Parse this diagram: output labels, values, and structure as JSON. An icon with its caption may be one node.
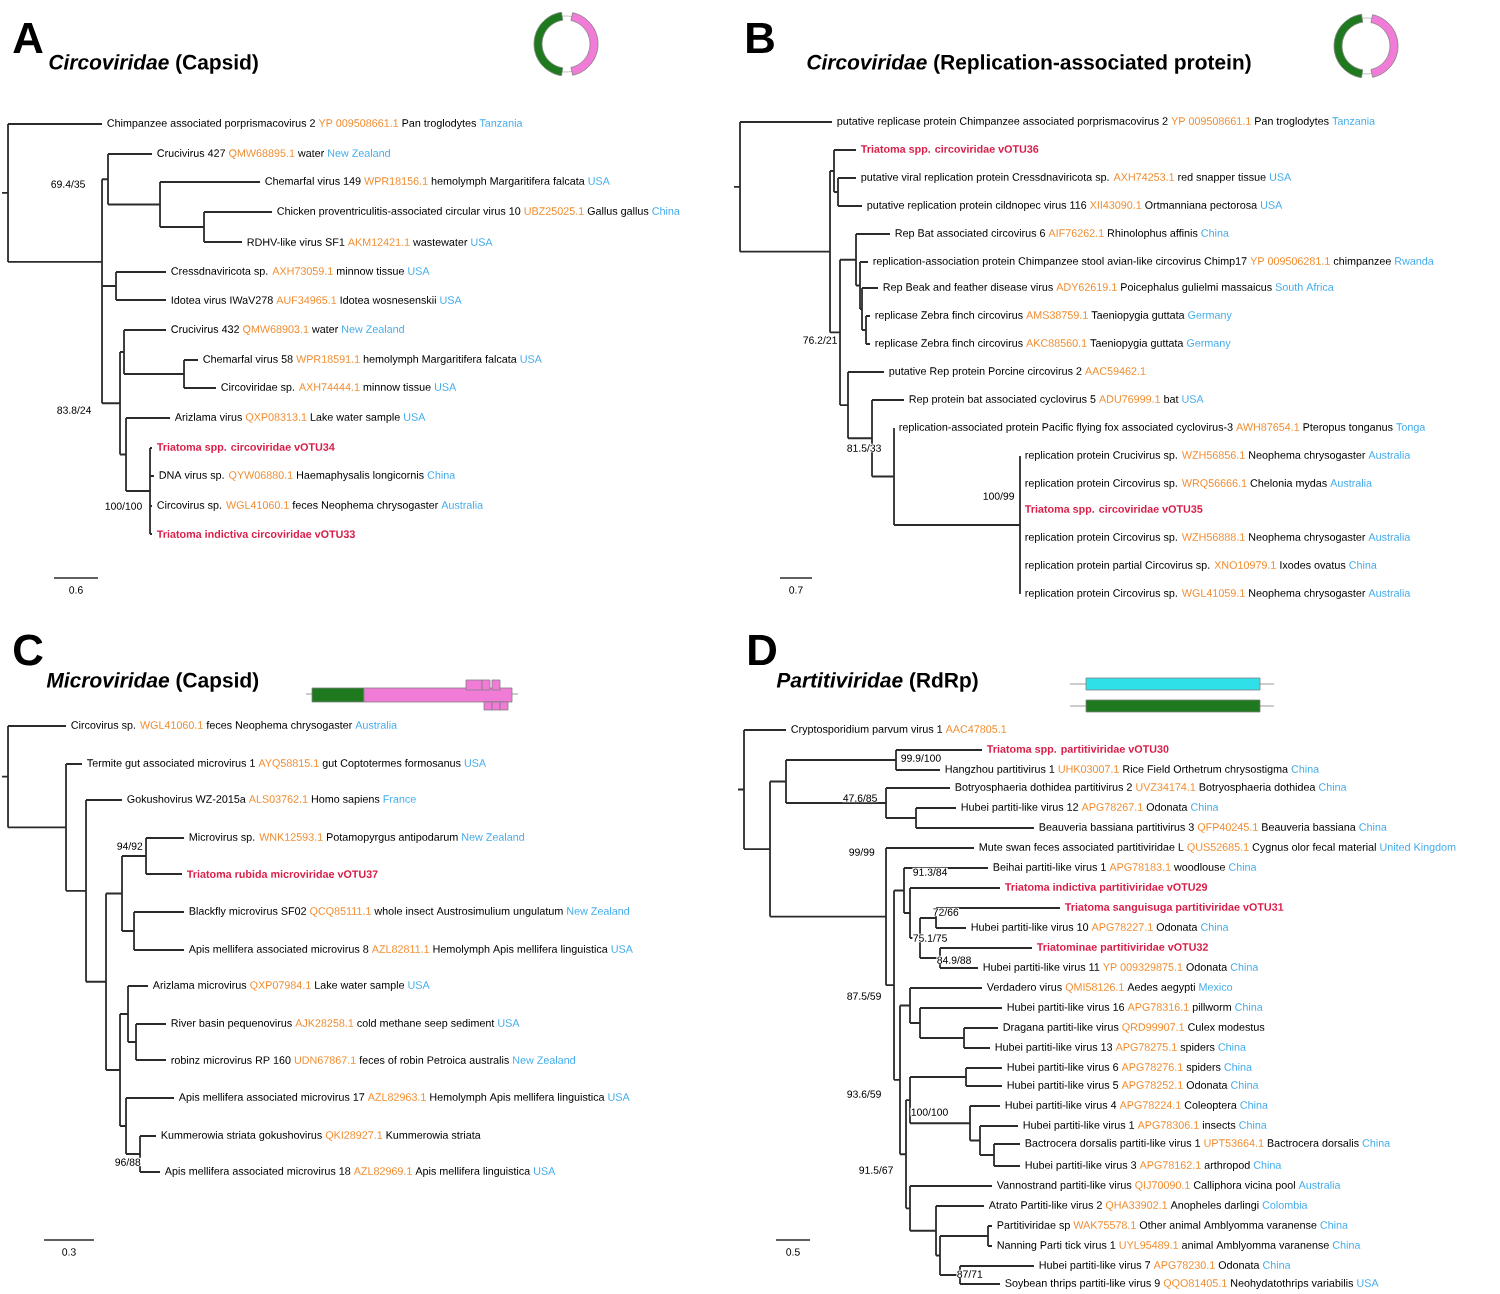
{
  "diagram": {
    "labels": [
      "A",
      "*Circoviridae* (Capsid)",
      "Chimpanzee associated porprismacovirus 2",
      "YP 009508661.1",
      "Pan troglodytes",
      "Tanzania",
      "Crucivirus 427",
      "QMW68895.1",
      "water",
      "New Zealand",
      "Chemarfal virus 149",
      "WPR18156.1",
      "hemolymph Margaritifera falcata",
      "USA",
      "Chicken proventriculitis-associated circular virus 10",
      "UBZ25025.1",
      "Gallus gallus",
      "China",
      "RDHV-like virus SF1",
      "AKM12421.1",
      "wastewater",
      "USA",
      "Cressdnaviricota sp.",
      "AXH73059.1",
      "minnow tissue",
      "USA",
      "Idotea virus IWaV278",
      "AUF34965.1",
      "Idotea wosnesenskii",
      "USA",
      "Crucivirus 432",
      "QMW68903.1",
      "water",
      "New Zealand",
      "Chemarfal virus 58",
      "WPR18591.1",
      "hemolymph Margaritifera falcata",
      "USA",
      "Circoviridae sp.",
      "AXH74444.1",
      "minnow tissue",
      "USA",
      "Arizlama virus",
      "QXP08313.1",
      "Lake water sample",
      "USA",
      "Triatoma spp. circoviridae vOTU34",
      "DNA virus sp.",
      "QYW06880.1",
      "Haemaphysalis longicornis",
      "China",
      "Circovirus sp.",
      "WGL41060.1",
      "feces Neophema chrysogaster",
      "Australia",
      "Triatoma indictiva circoviridae vOTU33",
      "69.4/35",
      "83.8/24",
      "100/100",
      "0.6",
      "B",
      "*Circoviridae* (Replication-associated protein)",
      "putative replicase protein Chimpanzee associated porprismacovirus 2",
      "YP 009508661.1",
      "Pan troglodytes",
      "Tanzania",
      "Triatoma spp. circoviridae vOTU36",
      "putative viral replication protein Cressdnaviricota sp.",
      "AXH74253.1",
      "red snapper tissue",
      "USA",
      "putative replication protein cildnopec virus 116",
      "XII43090.1",
      "Ortmanniana pectorosa",
      "USA",
      "Rep Bat associated circovirus 6",
      "AIF76262.1",
      "Rhinolophus affinis",
      "China",
      "replication-association protein Chimpanzee stool avian-like circovirus Chimp17",
      "YP 009506281.1",
      "chimpanzee",
      "Rwanda",
      "Rep Beak and feather disease virus",
      "ADY62619.1",
      "Poicephalus gulielmi massaicus",
      "South Africa",
      "replicase Zebra finch circovirus",
      "AMS38759.1",
      "Taeniopygia guttata",
      "Germany",
      "replicase Zebra finch circovirus",
      "AKC88560.1",
      "Taeniopygia guttata",
      "Germany",
      "putative Rep protein Porcine circovirus 2",
      "AAC59462.1",
      "Rep protein bat associated cyclovirus 5",
      "ADU76999.1",
      "bat",
      "USA",
      "replication-associated protein Pacific flying fox associated cyclovirus-3",
      "AWH87654.1",
      "Pteropus tonganus",
      "Tonga",
      "replication protein Crucivirus sp.",
      "WZH56856.1",
      "Neophema chrysogaster",
      "Australia",
      "replication protein Circovirus sp.",
      "WRQ56666.1",
      "Chelonia mydas",
      "Australia",
      "Triatoma spp. circoviridae vOTU35",
      "replication protein Circovirus sp.",
      "WZH56888.1",
      "Neophema chrysogaster",
      "Australia",
      "replication protein partial Circovirus sp.",
      "XNO10979.1",
      "Ixodes ovatus",
      "China",
      "replication protein Circovirus sp.",
      "WGL41059.1",
      "Neophema chrysogaster",
      "Australia",
      "76.2/21",
      "81.5/33",
      "100/99",
      "0.7",
      "C",
      "*Microviridae* (Capsid)",
      "Circovirus sp.",
      "WGL41060.1",
      "feces Neophema chrysogaster",
      "Australia",
      "Termite gut associated microvirus 1",
      "AYQ58815.1",
      "gut Coptotermes formosanus",
      "USA",
      "Gokushovirus WZ-2015a",
      "ALS03762.1",
      "Homo sapiens",
      "France",
      "Microvirus sp.",
      "WNK12593.1",
      "Potamopyrgus antipodarum",
      "New Zealand",
      "Triatoma rubida microviridae vOTU37",
      "Blackfly microvirus SF02",
      "QCQ85111.1",
      "whole insect Austrosimulium ungulatum",
      "New Zealand",
      "Apis mellifera associated microvirus 8",
      "AZL82811.1",
      "Hemolymph Apis mellifera linguistica",
      "USA",
      "Arizlama microvirus",
      "QXP07984.1",
      "Lake water sample",
      "USA",
      "River basin pequenovirus",
      "AJK28258.1",
      "cold methane seep sediment",
      "USA",
      "robinz microvirus RP 160",
      "UDN67867.1",
      "feces of robin Petroica australis",
      "New Zealand",
      "Apis mellifera associated microvirus 17",
      "AZL82963.1",
      "Hemolymph Apis mellifera linguistica",
      "USA",
      "Kummerowia striata gokushovirus",
      "QKI28927.1",
      "Kummerowia striata",
      "Apis mellifera associated microvirus 18",
      "AZL82969.1",
      "Apis mellifera linguistica",
      "USA",
      "94/92",
      "96/88",
      "0.3",
      "D",
      "*Partitiviridae* (RdRp)",
      "Cryptosporidium parvum virus 1",
      "AAC47805.1",
      "Triatoma spp. partitiviridae vOTU30",
      "Hangzhou partitivirus 1",
      "UHK03007.1",
      "Rice Field Orthetrum chrysostigma",
      "China",
      "Botryosphaeria dothidea partitivirus 2",
      "UVZ34174.1",
      "Botryosphaeria dothidea",
      "China",
      "Hubei partiti-like virus 12",
      "APG78267.1",
      "Odonata",
      "China",
      "Beauveria bassiana partitivirus 3",
      "QFP40245.1",
      "Beauveria bassiana",
      "China",
      "Mute swan feces associated partitiviridae L",
      "QUS52685.1",
      "Cygnus olor fecal material",
      "United Kingdom",
      "Beihai partiti-like virus 1",
      "APG78183.1",
      "woodlouse",
      "China",
      "Triatoma indictiva partitiviridae vOTU29",
      "Triatoma sanguisuga partitiviridae vOTU31",
      "Hubei partiti-like virus 10",
      "APG78227.1",
      "Odonata",
      "China",
      "Triatominae partitiviridae vOTU32",
      "Hubei partiti-like virus 11",
      "YP 009329875.1",
      "Odonata",
      "China",
      "Verdadero virus",
      "QMI58126.1",
      "Aedes aegypti",
      "Mexico",
      "Hubei partiti-like virus 16",
      "APG78316.1",
      "pillworm",
      "China",
      "Dragana partiti-like virus",
      "QRD99907.1",
      "Culex modestus",
      "Hubei partiti-like virus 13",
      "APG78275.1",
      "spiders",
      "China",
      "Hubei partiti-like virus 6",
      "APG78276.1",
      "spiders",
      "China",
      "Hubei partiti-like virus 5",
      "APG78252.1",
      "Odonata",
      "China",
      "Hubei partiti-like virus 4",
      "APG78224.1",
      "Coleoptera",
      "China",
      "Hubei partiti-like virus 1",
      "APG78306.1",
      "insects",
      "China",
      "Bactrocera dorsalis partiti-like virus 1",
      "UPT53664.1",
      "Bactrocera dorsalis",
      "China",
      "Hubei partiti-like virus 3",
      "APG78162.1",
      "arthropod",
      "China",
      "Vannostrand partiti-like virus",
      "QIJ70090.1",
      "Calliphora vicina pool",
      "Australia",
      "Atrato Partiti-like virus 2",
      "QHA33902.1",
      "Anopheles darlingi",
      "Colombia",
      "Partitiviridae sp",
      "WAK75578.1",
      "Other animal Amblyomma varanense",
      "China",
      "Nanning Parti tick virus 1",
      "UYL95489.1",
      "animal Amblyomma varanense",
      "China",
      "Hubei partiti-like virus 7",
      "APG78230.1",
      "Odonata",
      "China",
      "Soybean thrips partiti-like virus 9",
      "QQO81405.1",
      "Neohydatothrips variabilis",
      "USA",
      "99.9/100",
      "47.6/85",
      "99/99",
      "91.3/84",
      "72/66",
      "75.1/75",
      "84.9/88",
      "87.5/59",
      "93.6/59",
      "100/100",
      "91.5/67",
      "87/71",
      "0.5"
    ]
  }
}
